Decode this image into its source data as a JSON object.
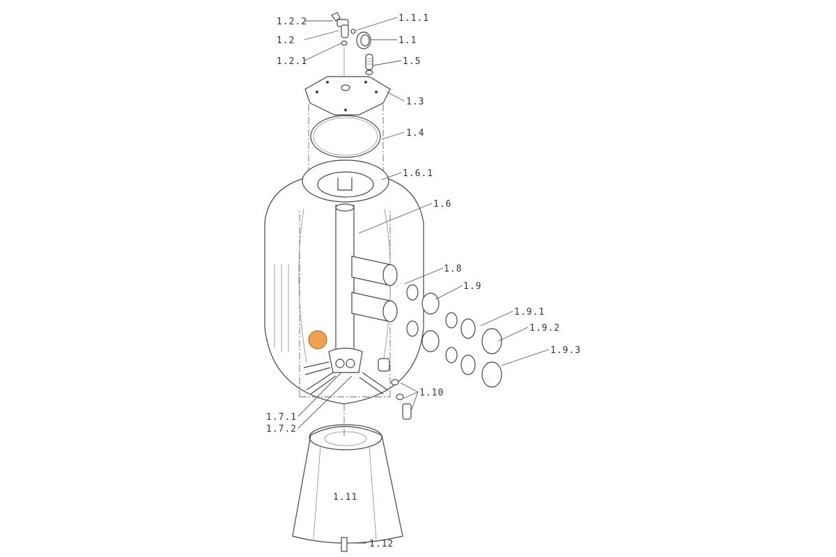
{
  "diagram": {
    "labels": {
      "l_1_2_2": "1.2.2",
      "l_1_1_1": "1.1.1",
      "l_1_2": "1.2",
      "l_1_1": "1.1",
      "l_1_2_1": "1.2.1",
      "l_1_5": "1.5",
      "l_1_3": "1.3",
      "l_1_4": "1.4",
      "l_1_6_1": "1.6.1",
      "l_1_6": "1.6",
      "l_1_8": "1.8",
      "l_1_9": "1.9",
      "l_1_9_1": "1.9.1",
      "l_1_9_2": "1.9.2",
      "l_1_9_3": "1.9.3",
      "l_1_10": "1.10",
      "l_1_7_1": "1.7.1",
      "l_1_7_2": "1.7.2",
      "l_1_11": "1.11",
      "l_1_12": "1.12"
    },
    "highlight_color": "#f0a050"
  }
}
